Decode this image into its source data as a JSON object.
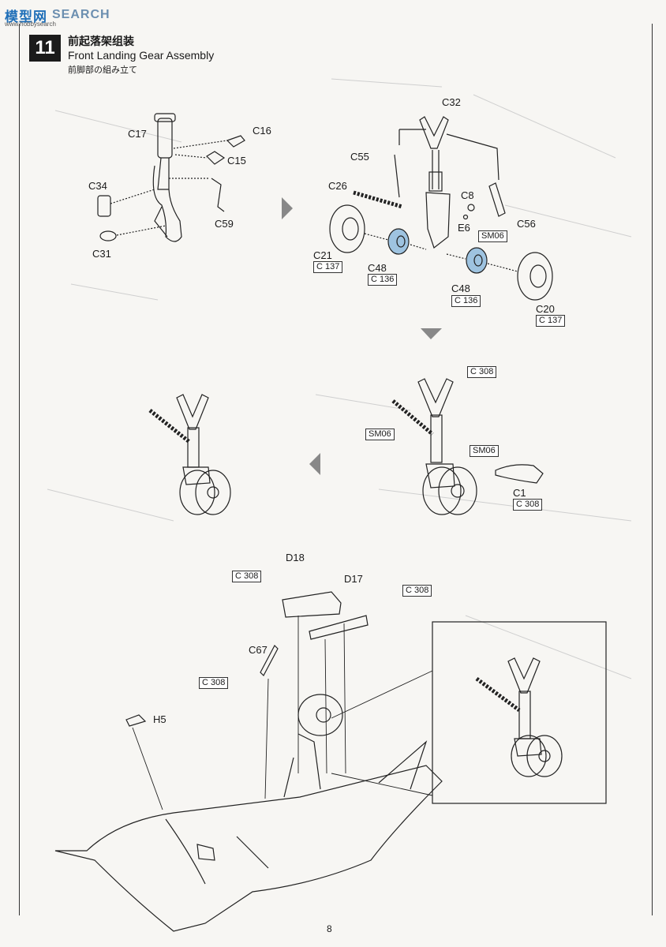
{
  "watermark": {
    "cn": "模型网",
    "en": "SEARCH",
    "sub": "www.hobbysearch"
  },
  "step": {
    "number": "11",
    "title_cn": "前起落架组装",
    "title_en": "Front Landing Gear Assembly",
    "title_jp": "前脚部の組み立て"
  },
  "labels": {
    "c17": "C17",
    "c16": "C16",
    "c15": "C15",
    "c34": "C34",
    "c59": "C59",
    "c31": "C31",
    "c32": "C32",
    "c55": "C55",
    "c26": "C26",
    "c8": "C8",
    "e6": "E6",
    "c56": "C56",
    "c21": "C21",
    "c48a": "C48",
    "c48b": "C48",
    "c20": "C20",
    "c1": "C1",
    "d18": "D18",
    "d17": "D17",
    "c67": "C67",
    "h5": "H5"
  },
  "refs": {
    "sm06a": "SM06",
    "c137a": "C 137",
    "c136a": "C 136",
    "c136b": "C 136",
    "c137b": "C 137",
    "c308a": "C 308",
    "sm06b": "SM06",
    "sm06c": "SM06",
    "c308b": "C 308",
    "c308c": "C 308",
    "c308d": "C 308",
    "c308e": "C 308"
  },
  "page_number": "8",
  "colors": {
    "highlight_blue": "#9ec3e0",
    "ink": "#1a1a1a",
    "paper": "#f7f6f3"
  }
}
